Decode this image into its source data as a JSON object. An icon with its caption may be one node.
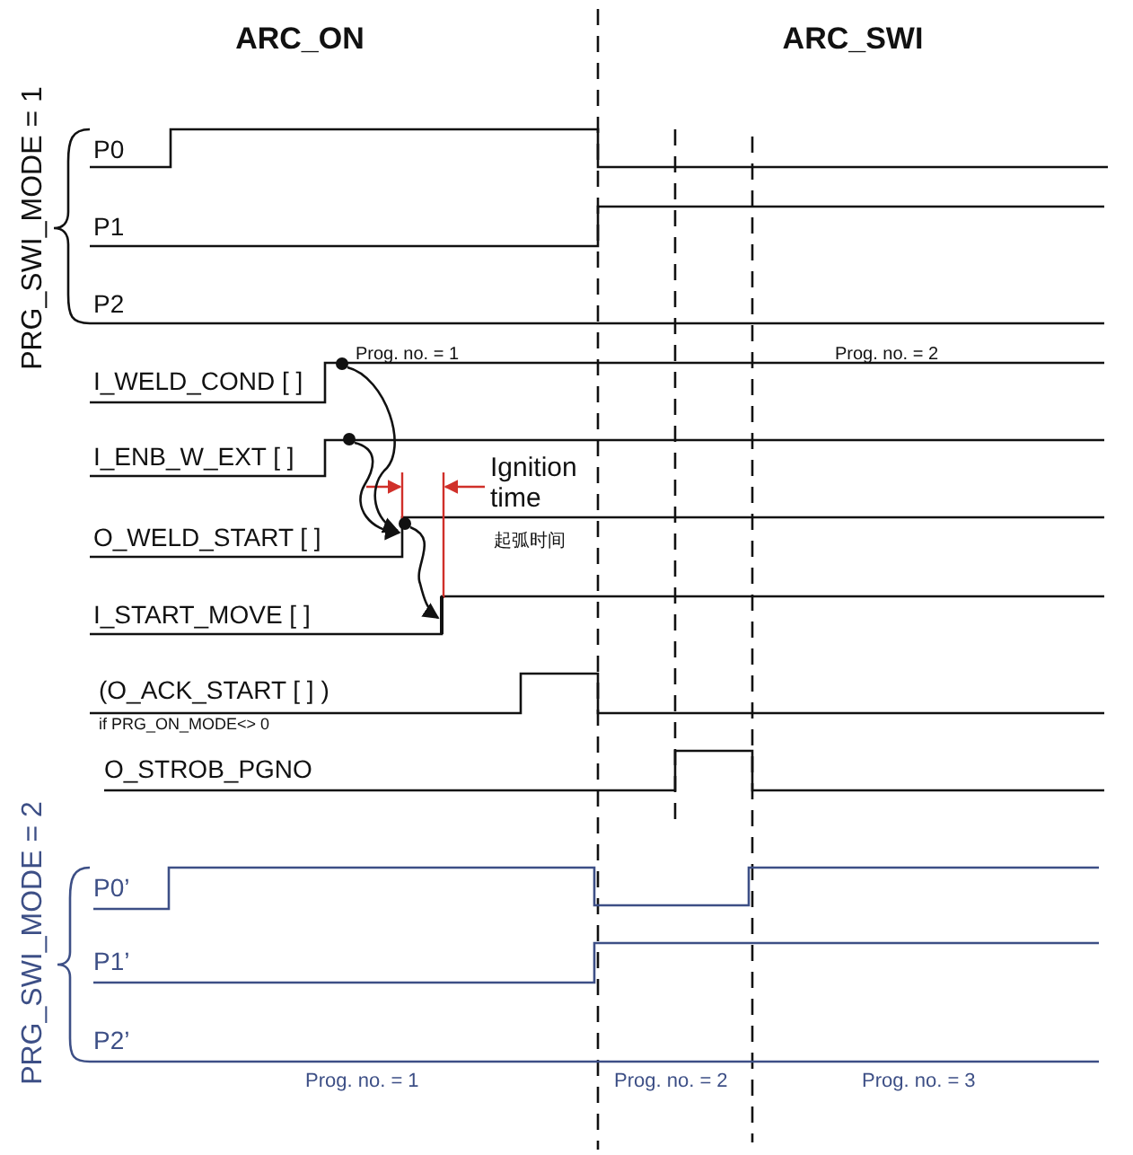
{
  "diagram": {
    "nodes": [
      {
        "text": [],
        "shape": "circle"
      },
      {
        "text": [],
        "shape": "circle"
      },
      {
        "text": [],
        "shape": "circle"
      },
      {
        "text": [],
        "shape": "bar"
      }
    ],
    "edges": [
      {
        "from": 0,
        "to": 2,
        "arrow": "to"
      },
      {
        "from": 1,
        "to": 2,
        "arrow": "to"
      },
      {
        "from": 2,
        "to": 3,
        "arrow": "to"
      }
    ],
    "labels": [
      "ARC_ON",
      "ARC_SWI",
      "PRG_SWI_MODE = 1",
      "P0",
      "P1",
      "P2",
      "I_WELD_COND [ ]",
      "Prog. no. = 1",
      "Prog. no. = 2",
      "I_ENB_W_EXT [ ]",
      "Ignition time",
      "O_WELD_START [ ]",
      "起弧时间",
      "I_START_MOVE [ ]",
      "(O_ACK_START [ ] )",
      "if PRG_ON_MODE<> 0",
      "O_STROB_PGNO",
      "PRG_SWI_MODE = 2",
      "P0’",
      "P1’",
      "P2’",
      "Prog. no. = 1",
      "Prog. no. = 2",
      "Prog. no. = 3"
    ]
  }
}
